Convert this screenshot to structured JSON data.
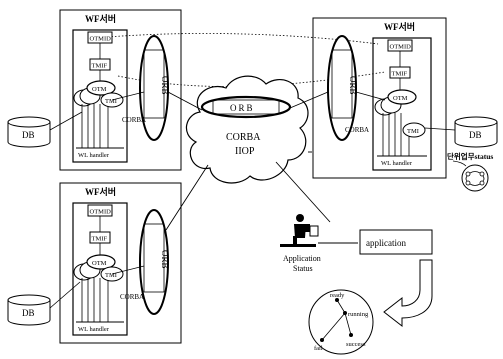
{
  "servers": {
    "top_left": {
      "title": "WF서버",
      "otmid": "OTMID",
      "tmif": "TMIF",
      "otm": "OTM",
      "tmi": "TMI",
      "orb": "ORB",
      "corba": "CORBA",
      "handler": "WL handler"
    },
    "bottom_left": {
      "title": "WF서버",
      "otmid": "OTMID",
      "tmif": "TMIF",
      "otm": "OTM",
      "tmi": "TMI",
      "orb": "ORB",
      "corba": "CORBA",
      "handler": "WL handler"
    },
    "right": {
      "title": "WF서버",
      "otmid": "OTMID",
      "tmif": "TMIF",
      "otm": "OTM",
      "tmi": "TMI",
      "orb": "ORB",
      "corba": "CORBA",
      "handler": "WL handler"
    }
  },
  "databases": {
    "top_left": "DB",
    "bottom_left": "DB",
    "right": "DB"
  },
  "cloud": {
    "orb": "ORB",
    "line1": "CORBA",
    "line2": "IIOP"
  },
  "right_status_label": "단위업무status",
  "application": {
    "box": "application",
    "status_line1": "Application",
    "status_line2": "Status"
  },
  "lifecycle": {
    "ready": "ready",
    "running": "running",
    "fail": "fail",
    "success": "success"
  }
}
